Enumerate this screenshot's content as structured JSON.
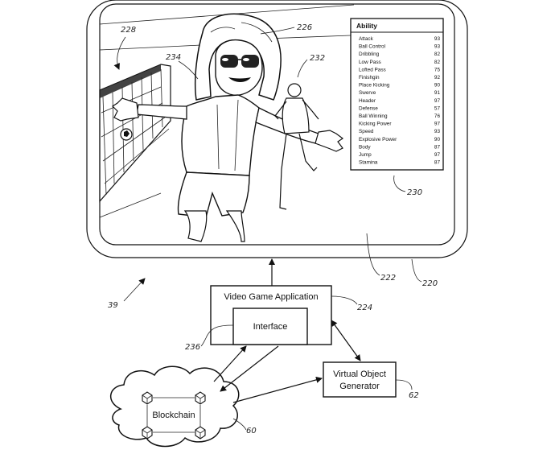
{
  "refs": {
    "r228": "228",
    "r226": "226",
    "r234": "234",
    "r232": "232",
    "r230": "230",
    "r222": "222",
    "r220": "220",
    "r39": "39",
    "r224": "224",
    "r236": "236",
    "r62": "62",
    "r60": "60"
  },
  "boxes": {
    "video_game_application": "Video Game Application",
    "interface": "Interface",
    "virtual_object_generator_line1": "Virtual Object",
    "virtual_object_generator_line2": "Generator",
    "blockchain": "Blockchain"
  },
  "ability_table": {
    "header": "Ability",
    "rows": [
      {
        "name": "Attack",
        "value": "93"
      },
      {
        "name": "Ball Control",
        "value": "93"
      },
      {
        "name": "Dribbling",
        "value": "82"
      },
      {
        "name": "Low Pass",
        "value": "82"
      },
      {
        "name": "Lofted Pass",
        "value": "75"
      },
      {
        "name": "Finishgin",
        "value": "92"
      },
      {
        "name": "Place Kicking",
        "value": "90"
      },
      {
        "name": "Swerve",
        "value": "91"
      },
      {
        "name": "Header",
        "value": "97"
      },
      {
        "name": "Defense",
        "value": "57"
      },
      {
        "name": "Ball Winning",
        "value": "76"
      },
      {
        "name": "Kicking Power",
        "value": "97"
      },
      {
        "name": "Speed",
        "value": "93"
      },
      {
        "name": "Explosive Power",
        "value": "90"
      },
      {
        "name": "Body",
        "value": "87"
      },
      {
        "name": "Jump",
        "value": "97"
      },
      {
        "name": "Stamina",
        "value": "87"
      }
    ]
  }
}
